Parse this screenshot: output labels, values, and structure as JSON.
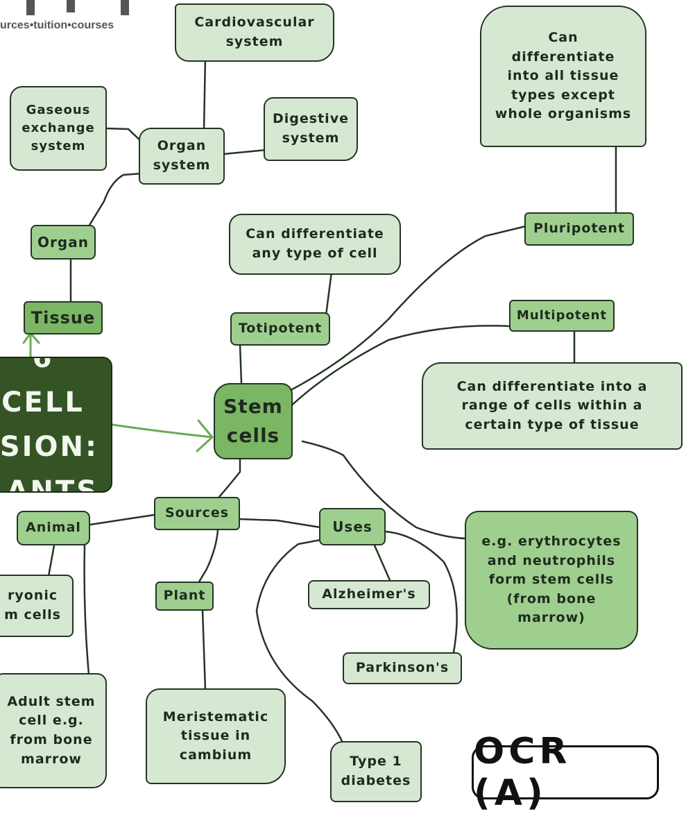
{
  "logo": {
    "text": "urces•tuition•courses"
  },
  "title": {
    "line1": "6 CELL",
    "line2": "ISION:",
    "line3": "ANTS"
  },
  "exam_board": "OCR (A)",
  "nodes": {
    "cardiovascular": "Cardiovascular\nsystem",
    "gaseous": "Gaseous\nexchange\nsystem",
    "organ_system": "Organ\nsystem",
    "digestive": "Digestive\nsystem",
    "organ": "Organ",
    "tissue": "Tissue",
    "totipotent": "Totipotent",
    "totipotent_desc": "Can differentiate\nany type of cell",
    "stem_cells": "Stem\ncells",
    "pluripotent": "Pluripotent",
    "pluripotent_desc": "Can\ndifferentiate\ninto all tissue\ntypes except\nwhole organisms",
    "multipotent": "Multipotent",
    "multipotent_desc": "Can differentiate into a\nrange of cells within a\ncertain type of tissue",
    "bone_marrow": "e.g. erythrocytes\nand neutrophils\nform stem cells\n(from bone\nmarrow)",
    "sources": "Sources",
    "animal": "Animal",
    "embryonic": "ryonic\nm cells",
    "adult": "Adult stem\ncell e.g.\nfrom bone\nmarrow",
    "plant": "Plant",
    "meristematic": "Meristematic\ntissue in\ncambium",
    "uses": "Uses",
    "alzheimers": "Alzheimer's",
    "parkinsons": "Parkinson's",
    "diabetes": "Type 1\ndiabetes"
  }
}
